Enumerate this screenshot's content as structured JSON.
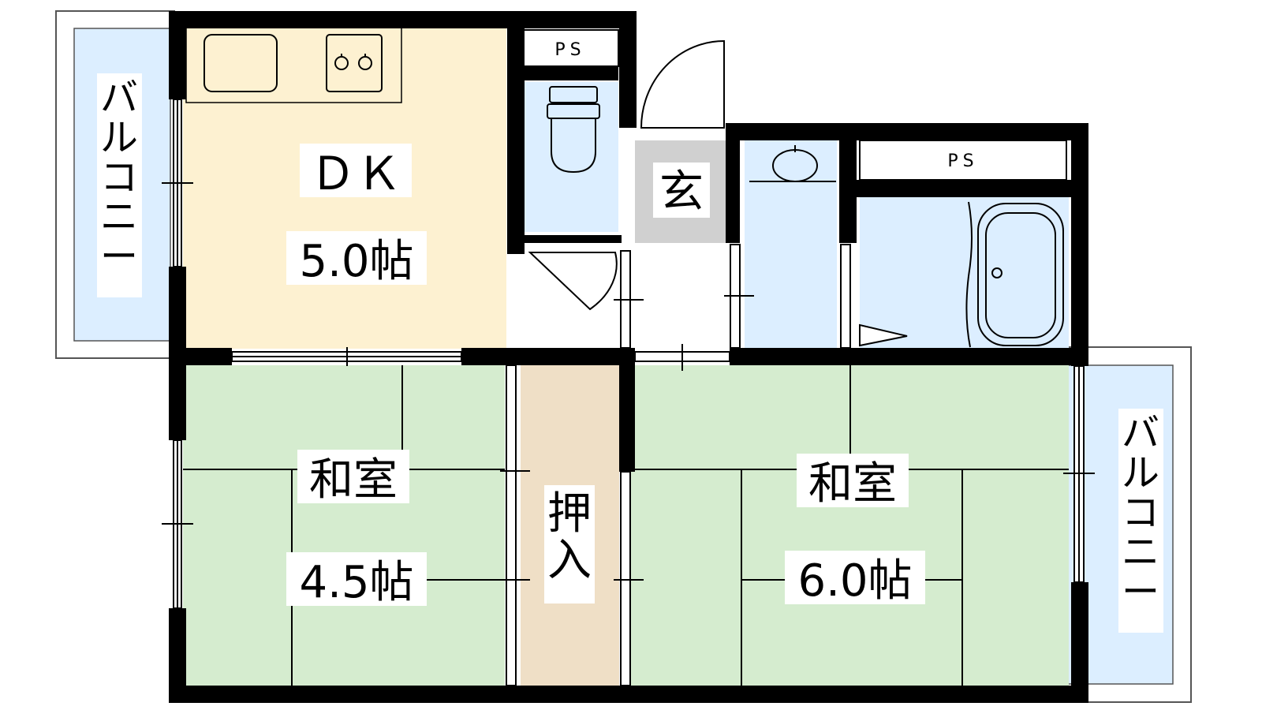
{
  "rooms": {
    "dk": {
      "name": "ＤＫ",
      "size": "5.0帖",
      "color": "#fdf1d1"
    },
    "washitsu_left": {
      "name": "和室",
      "size": "4.5帖",
      "color": "#d5eccf"
    },
    "washitsu_right": {
      "name": "和室",
      "size": "6.0帖",
      "color": "#d5eccf"
    },
    "oshiire": {
      "name": "押入",
      "color": "#efdfc6"
    },
    "genkan": {
      "name": "玄",
      "color": "#d0d0d0"
    },
    "wet_area_color": "#dceeff",
    "balcony_left": {
      "name": "バルコニー"
    },
    "balcony_right": {
      "name": "バルコニー"
    }
  },
  "ps_labels": [
    "PS",
    "PS"
  ],
  "fixtures": [
    "sink",
    "gas-stove",
    "toilet",
    "washbasin",
    "bathtub"
  ],
  "wall_color": "#000000"
}
